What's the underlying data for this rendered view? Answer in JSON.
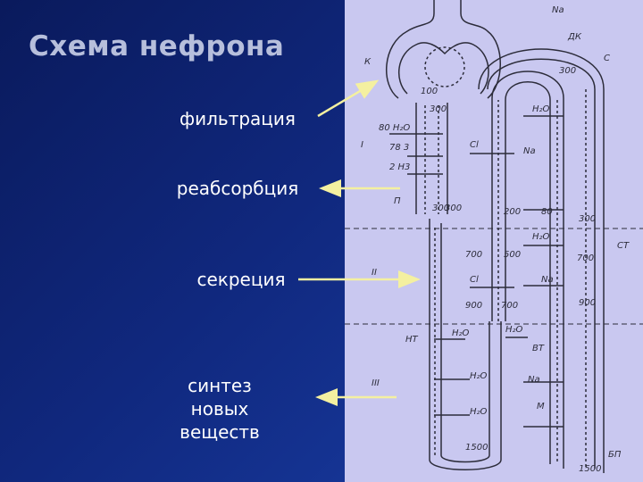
{
  "slide": {
    "title": "Схема нефрона",
    "labels": {
      "filtration": "фильтрация",
      "reabsorption": "реабсорбция",
      "secretion": "секреция",
      "synthesis_line1": "синтез новых",
      "synthesis_line2": "веществ"
    }
  },
  "diagram": {
    "zone_labels": [
      "I",
      "II",
      "III"
    ],
    "segment_labels": [
      "К",
      "П",
      "НТ",
      "ВТ",
      "СТ",
      "М",
      "С",
      "ДК",
      "БП"
    ],
    "osmolarity_values": [
      "100",
      "300",
      "300",
      "300",
      "200",
      "80",
      "300",
      "700",
      "500",
      "700",
      "900",
      "900",
      "700",
      "1500",
      "1500",
      "300"
    ],
    "ions": [
      "Na",
      "Cl",
      "Cl",
      "Na",
      "Na",
      "H₂O",
      "H₂O",
      "H₂O",
      "H₂O",
      "H₂O",
      "H₂O"
    ],
    "bottom_labels": [
      "80 H₂O",
      "78 3",
      "2 H3",
      "Na"
    ]
  },
  "colors": {
    "background": "#0d1f6e",
    "panel": "#c9c8f0",
    "title": "#b7bfdc",
    "label": "#ffffff",
    "arrow": "#f4f0a0",
    "tubule": "#2c2c3a"
  }
}
